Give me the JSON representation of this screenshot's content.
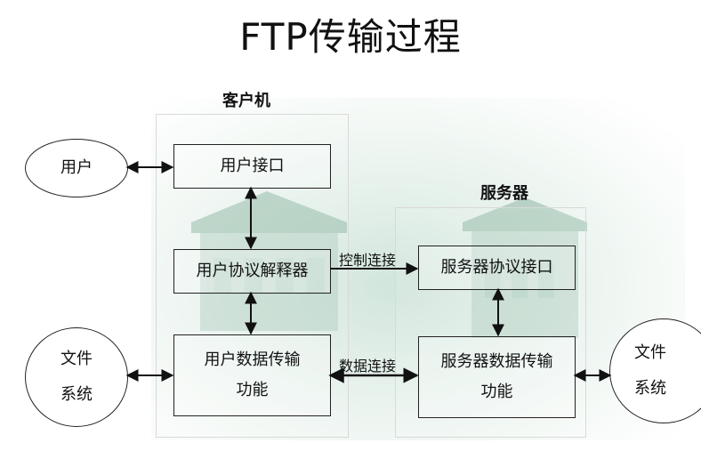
{
  "title": "FTP传输过程",
  "groups": {
    "client": "客户机",
    "server": "服务器"
  },
  "nodes": {
    "user": "用户",
    "user_interface": "用户接口",
    "user_protocol_interpreter": "用户协议解释器",
    "user_data_transfer_1": "用户数据传输",
    "user_data_transfer_2": "功能",
    "server_protocol_interface": "服务器协议接口",
    "server_data_transfer_1": "服务器数据传输",
    "server_data_transfer_2": "功能",
    "file_system_left_1": "文件",
    "file_system_left_2": "系统",
    "file_system_right_1": "文件",
    "file_system_right_2": "系统"
  },
  "connections": {
    "control": "控制连接",
    "data": "数据连接"
  }
}
